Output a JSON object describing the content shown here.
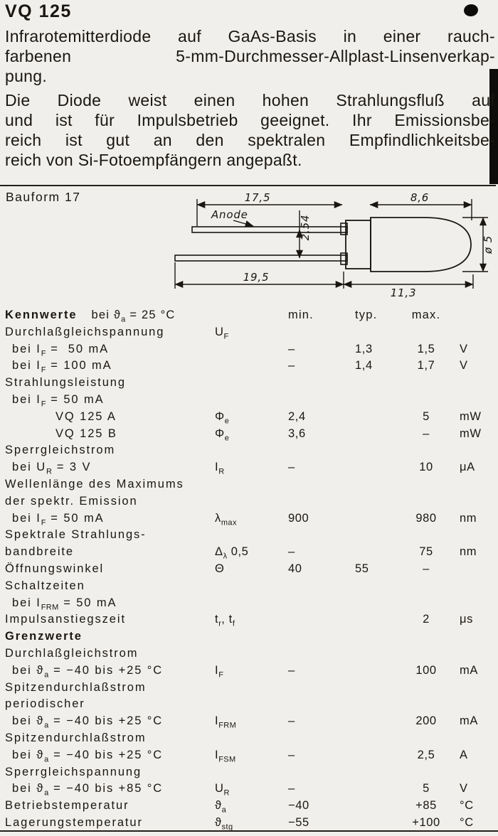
{
  "colors": {
    "paper": "#f1efeb",
    "ink": "#1a1713"
  },
  "header": {
    "title": "VQ 125"
  },
  "intro": {
    "paragraphs": [
      [
        "Infrarotemitterdiode auf GaAs-Basis in einer rauch-",
        "farbenen 5-mm-Durchmesser-Allplast-Linsenverkap-",
        "pung."
      ],
      [
        "Die Diode weist einen hohen Strahlungsfluß auf",
        "und ist für Impulsbetrieb geeignet. Ihr Emissionsbe-",
        "reich ist gut an den spektralen Empfindlichkeitsbe-",
        "reich von Si-Fotoempfängern angepaßt."
      ]
    ]
  },
  "diagram": {
    "label": "Bauform 17",
    "anode_label": "Anode",
    "dims": {
      "top_left": "17,5",
      "top_right": "8,6",
      "lead_pitch": "2,54",
      "diameter": "ø 5",
      "bottom_left": "19,5",
      "bottom_right": "11,3"
    }
  },
  "table": {
    "kennwerte_title": "Kennwerte",
    "kennwerte_condition": "bei ϑ~a~ = 25 °C",
    "col_headers": [
      "min.",
      "typ.",
      "max."
    ],
    "rows": [
      {
        "label": "Durchlaßgleichspannung",
        "symbol": "U~F~"
      },
      {
        "label": "bei I~F~ =  50 mA",
        "indent": 1,
        "min": "–",
        "typ": "1,3",
        "max": "1,5",
        "unit": "V"
      },
      {
        "label": "bei I~F~ = 100 mA",
        "indent": 1,
        "min": "–",
        "typ": "1,4",
        "max": "1,7",
        "unit": "V"
      },
      {
        "label": "Strahlungsleistung"
      },
      {
        "label": "bei I~F~ = 50 mA",
        "indent": 1
      },
      {
        "label": "VQ 125 A",
        "indent": 2,
        "symbol": "Φ~e~",
        "min": "2,4",
        "max": "5",
        "unit": "mW"
      },
      {
        "label": "VQ 125 B",
        "indent": 2,
        "symbol": "Φ~e~",
        "min": "3,6",
        "max": "–",
        "unit": "mW"
      },
      {
        "label": "Sperrgleichstrom"
      },
      {
        "label": "bei U~R~ = 3 V",
        "indent": 1,
        "symbol": "I~R~",
        "min": "–",
        "max": "10",
        "unit": "μA"
      },
      {
        "label": "Wellenlänge des Maximums"
      },
      {
        "label": "der spektr. Emission"
      },
      {
        "label": "bei I~F~ = 50 mA",
        "indent": 1,
        "symbol": "λ~max~",
        "min": "900",
        "max": "980",
        "unit": "nm"
      },
      {
        "label": "Spektrale Strahlungs-"
      },
      {
        "label": "bandbreite",
        "symbol": "Δ~λ~ 0,5",
        "min": "–",
        "max": "75",
        "unit": "nm"
      },
      {
        "label": "Öffnungswinkel",
        "symbol": "Θ",
        "min": "40",
        "typ": "55",
        "max": "–"
      },
      {
        "label": "Schaltzeiten"
      },
      {
        "label": "bei I~FRM~ = 50 mA",
        "indent": 1
      },
      {
        "label": "Impulsanstiegszeit",
        "symbol": "t~r~, t~f~",
        "max": "2",
        "unit": "μs"
      },
      {
        "section": true,
        "label": "Grenzwerte"
      },
      {
        "label": "Durchlaßgleichstrom"
      },
      {
        "label": "bei ϑ~a~ = −40 bis +25 °C",
        "indent": 1,
        "symbol": "I~F~",
        "min": "–",
        "max": "100",
        "unit": "mA"
      },
      {
        "label": "Spitzendurchlaßstrom"
      },
      {
        "label": "periodischer"
      },
      {
        "label": "bei ϑ~a~ = −40 bis +25 °C",
        "indent": 1,
        "symbol": "I~FRM~",
        "min": "–",
        "max": "200",
        "unit": "mA"
      },
      {
        "label": "Spitzendurchlaßstrom"
      },
      {
        "label": "bei ϑ~a~ = −40 bis +25 °C",
        "indent": 1,
        "symbol": "I~FSM~",
        "min": "–",
        "max": "2,5",
        "unit": "A"
      },
      {
        "label": "Sperrgleichspannung"
      },
      {
        "label": "bei ϑ~a~ = −40 bis +85 °C",
        "indent": 1,
        "symbol": "U~R~",
        "min": "–",
        "max": "5",
        "unit": "V"
      },
      {
        "label": "Betriebstemperatur",
        "symbol": "ϑ~a~",
        "min": "−40",
        "max": "+85",
        "unit": "°C"
      },
      {
        "label": "Lagerungstemperatur",
        "symbol": "ϑ~stg~",
        "min": "−55",
        "max": "+100",
        "unit": "°C"
      }
    ]
  }
}
